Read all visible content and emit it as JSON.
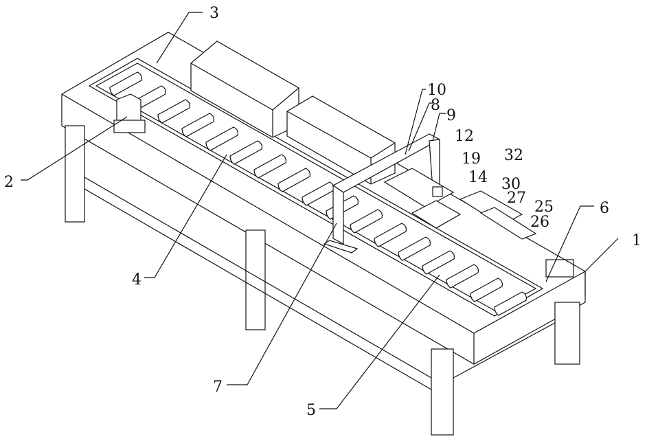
{
  "figure": {
    "type": "patent-isometric-drawing",
    "subject": "conveyor workbench with gantry",
    "callouts": [
      {
        "id": "1",
        "label": "1"
      },
      {
        "id": "2",
        "label": "2"
      },
      {
        "id": "3",
        "label": "3"
      },
      {
        "id": "4",
        "label": "4"
      },
      {
        "id": "5",
        "label": "5"
      },
      {
        "id": "6",
        "label": "6"
      },
      {
        "id": "7",
        "label": "7"
      },
      {
        "id": "8",
        "label": "8"
      },
      {
        "id": "9",
        "label": "9"
      },
      {
        "id": "10",
        "label": "10"
      },
      {
        "id": "12",
        "label": "12"
      },
      {
        "id": "14",
        "label": "14"
      },
      {
        "id": "19",
        "label": "19"
      },
      {
        "id": "25",
        "label": "25"
      },
      {
        "id": "26",
        "label": "26"
      },
      {
        "id": "27",
        "label": "27"
      },
      {
        "id": "30",
        "label": "30"
      },
      {
        "id": "32",
        "label": "32"
      }
    ]
  }
}
